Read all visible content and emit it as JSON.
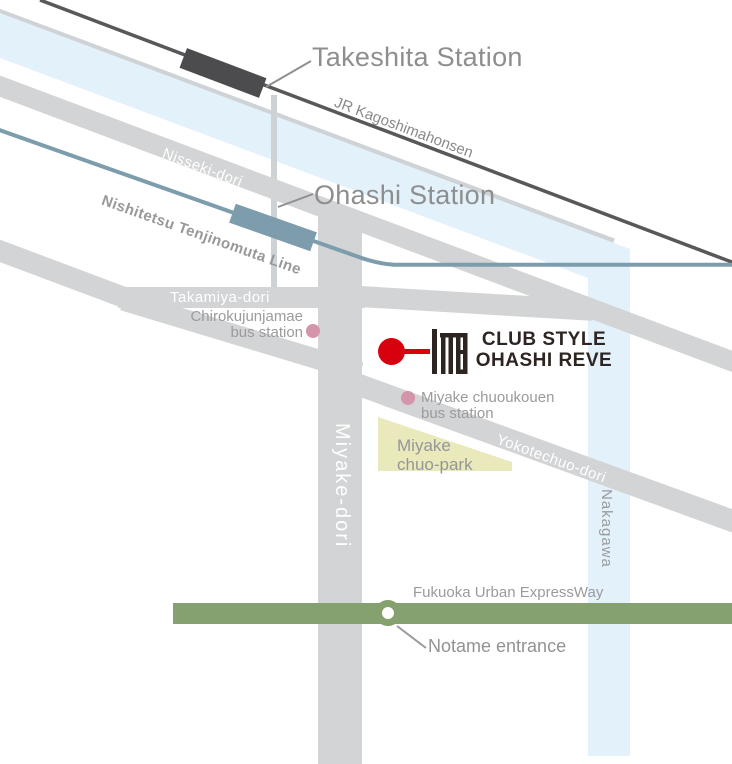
{
  "stations": {
    "takeshita": {
      "label": "Takeshita Station"
    },
    "ohashi": {
      "label": "Ohashi Station"
    }
  },
  "railways": {
    "jr": {
      "label": "JR Kagoshimahonsen"
    },
    "nishitetsu": {
      "label": "Nishitetsu Tenjinomuta Line"
    }
  },
  "roads": {
    "nisseki": {
      "label": "Nisseki-dori"
    },
    "takamiya": {
      "label": "Takamiya-dori"
    },
    "miyake": {
      "label": "Miyake-dori"
    },
    "yokotechuo": {
      "label": "Yokotechuo-dori"
    },
    "expressway": {
      "label": "Fukuoka Urban ExpressWay"
    }
  },
  "river": {
    "label": "Nakagawa"
  },
  "park": {
    "line1": "Miyake",
    "line2": "chuo-park"
  },
  "bus_stops": {
    "chirokujunjamae": {
      "line1": "Chirokujunjamae",
      "line2": "bus station"
    },
    "miyake_chuoukouen": {
      "line1": "Miyake chuoukouen",
      "line2": "bus station"
    }
  },
  "destination": {
    "line1": "CLUB STYLE",
    "line2": "OHASHI REVE"
  },
  "expressway_entrance": {
    "label": "Notame entrance"
  },
  "colors": {
    "road_gray": "#d3d4d5",
    "river_blue": "#e3f1fb",
    "rail_dark": "#58585a",
    "nishitetsu_blue": "#7d9dac",
    "expressway_green": "#85a170",
    "park_yellow": "#e9e9bb",
    "bus_stop_pink": "#d494aa",
    "destination_red": "#d8000f",
    "logo_dark": "#2e2522",
    "label_gray": "#9b9b9d"
  }
}
